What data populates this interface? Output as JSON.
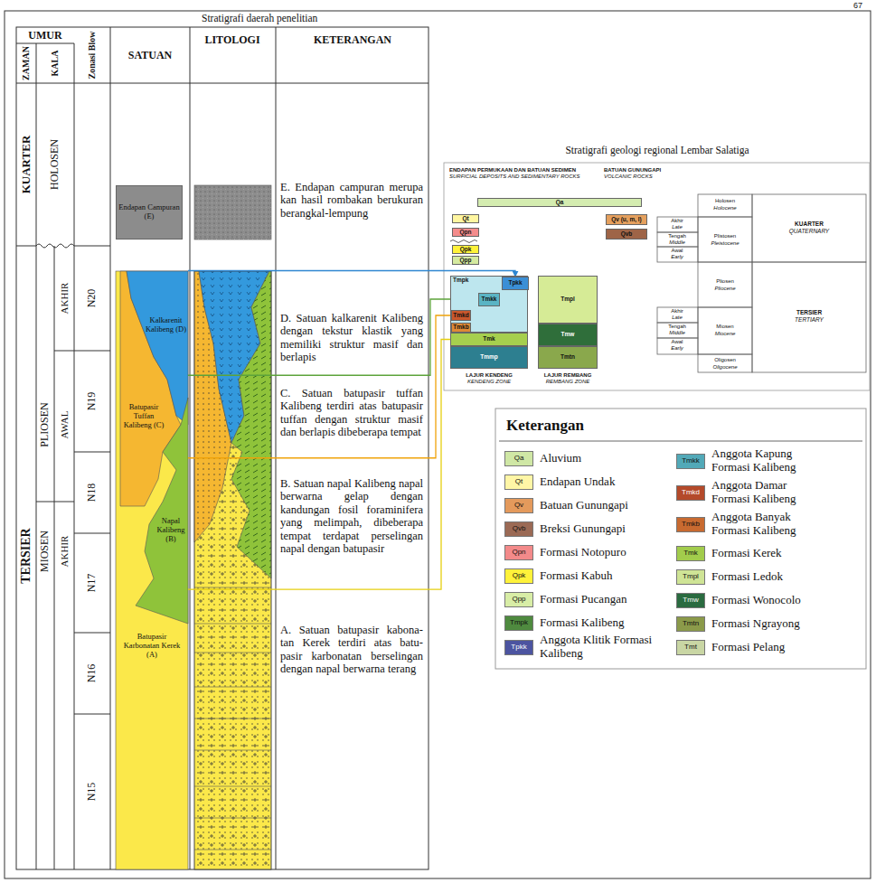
{
  "diagram": {
    "title": "Stratigrafi daerah penelitian",
    "nodes": [
      {
        "text": [
          "Endapan Campuran (E)"
        ]
      },
      {
        "text": [
          "Kalkarenit Kalibeng (D)"
        ]
      },
      {
        "text": [
          "Batupasir Tuffan Kalibeng (C)"
        ]
      },
      {
        "text": [
          "Napal Kalibeng (B)"
        ]
      },
      {
        "text": [
          "Batupasir Karbonatan Kerek (A)"
        ]
      },
      {
        "text": [
          "Qa"
        ]
      },
      {
        "text": [
          "Qt"
        ]
      },
      {
        "text": [
          "Qv (u, m, l)"
        ]
      },
      {
        "text": [
          "Qvb"
        ]
      },
      {
        "text": [
          "Qpn"
        ]
      },
      {
        "text": [
          "Qpk"
        ]
      },
      {
        "text": [
          "Qpp"
        ]
      },
      {
        "text": [
          "Tmpk"
        ]
      },
      {
        "text": [
          "Tpkk"
        ],
        "in": 12
      },
      {
        "text": [
          "Tmkk"
        ],
        "in": 12
      },
      {
        "text": [
          "Tmkd"
        ],
        "in": 12
      },
      {
        "text": [
          "Tmkb"
        ],
        "in": 12
      },
      {
        "text": [
          "Tmk"
        ]
      },
      {
        "text": [
          "Tmmp"
        ]
      },
      {
        "text": [
          "Tmpl"
        ]
      },
      {
        "text": [
          "Tmw"
        ]
      },
      {
        "text": [
          "Tmtn"
        ]
      }
    ],
    "edges": [
      {
        "from": 1,
        "to": 13,
        "arrow": "to"
      },
      {
        "from": 3,
        "to": 12,
        "arrow": "none"
      },
      {
        "from": 2,
        "to": 15,
        "arrow": "none"
      },
      {
        "from": 4,
        "to": 17,
        "arrow": "none"
      }
    ],
    "labels": [
      "67",
      "UMUR",
      "ZAMAN",
      "KALA",
      "Zonasi Blow",
      "SATUAN",
      "LITOLOGI",
      "KETERANGAN",
      "KUARTER",
      "TERSIER",
      "HOLOSEN",
      "PLIOSEN",
      "MIOSEN",
      "AKHIR",
      "AWAL",
      "AKHIR",
      "N20",
      "N19",
      "N18",
      "N17",
      "N16",
      "N15",
      "E. Endapan campuran merupa kan hasil rombakan berukuran berangkal-lempung",
      "D. Satuan kalkarenit Kalibeng dengan tekstur klastik yang memiliki struktur masif dan berlapis",
      "C. Satuan batupasir tuffan Kalibeng terdiri atas batupasir tuffan dengan struktur masif dan berlapis dibeberapa tempat",
      "B. Satuan napal Kalibeng napal berwarna gelap dengan kandungan fosil foraminifera yang melimpah, dibeberapa tempat terdapat perselingan napal dengan batupasir",
      "A. Satuan batupasir kabona- tan Kerek terdiri atas batu- pasir karbonatan berselingan dengan napal berwarna terang",
      "Stratigrafi geologi regional Lembar Salatiga",
      "ENDAPAN PERMUKAAN DAN BATUAN SEDIMEN",
      "SURFICIAL DEPOSITS AND SEDIMENTARY ROCKS",
      "BATUAN GUNUNGAPI",
      "VOLCANIC ROCKS",
      "LAJUR KENDENG",
      "KENDENG ZONE",
      "LAJUR REMBANG",
      "REMBANG ZONE",
      "Holosen",
      "Holocene",
      "Akhir",
      "Late",
      "Tengah",
      "Middle",
      "Awal",
      "Early",
      "Plistosen",
      "Pleistocene",
      "Pliosen",
      "Pliocene",
      "Akhir",
      "Late",
      "Tengah",
      "Middle",
      "Awal",
      "Early",
      "Miosen",
      "Miocene",
      "Oligosen",
      "Oligocene",
      "KUARTER",
      "QUATERNARY",
      "TERSIER",
      "TERTIARY",
      "Keterangan",
      "Qa",
      "Qt",
      "Qv",
      "Qvb",
      "Qpn",
      "Qpk",
      "Qpp",
      "Tmpk",
      "Tpkk",
      "Tmkk",
      "Tmkd",
      "Tmkb",
      "Tmk",
      "Tmpl",
      "Tmw",
      "Tmtn",
      "Tmt"
    ],
    "legend": [
      {
        "text": "Aluvium",
        "color": "#cfe7a5"
      },
      {
        "text": "Endapan Undak",
        "color": "#fff6a6"
      },
      {
        "text": "Batuan Gunungapi",
        "color": "#e49a5c"
      },
      {
        "text": "Breksi Gunungapi",
        "color": "#9b6a55"
      },
      {
        "text": "Formasi Notopuro",
        "color": "#f38a8a"
      },
      {
        "text": "Formasi Kabuh",
        "color": "#fff23a"
      },
      {
        "text": "Formasi Pucangan",
        "color": "#d8eda6"
      },
      {
        "text": "Formasi Kalibeng",
        "color": "#4f8a3f"
      },
      {
        "text": "Anggota Klitik Formasi Kalibeng",
        "color": "#4c54a0"
      },
      {
        "text": "Anggota Kapung Formasi Kalibeng",
        "color": "#52a9b8"
      },
      {
        "text": "Anggota Damar Formasi Kalibeng",
        "color": "#b44a2a"
      },
      {
        "text": "Anggota Banyak Formasi Kalibeng",
        "color": "#c86a30"
      },
      {
        "text": "Formasi Kerek",
        "color": "#a2cc4c"
      },
      {
        "text": "Formasi Ledok",
        "color": "#cfe496"
      },
      {
        "text": "Formasi Wonocolo",
        "color": "#2a6b40"
      },
      {
        "text": "Formasi Ngrayong",
        "color": "#8b9a4a"
      },
      {
        "text": "Formasi Pelang",
        "color": "#c9d6a4"
      }
    ]
  }
}
